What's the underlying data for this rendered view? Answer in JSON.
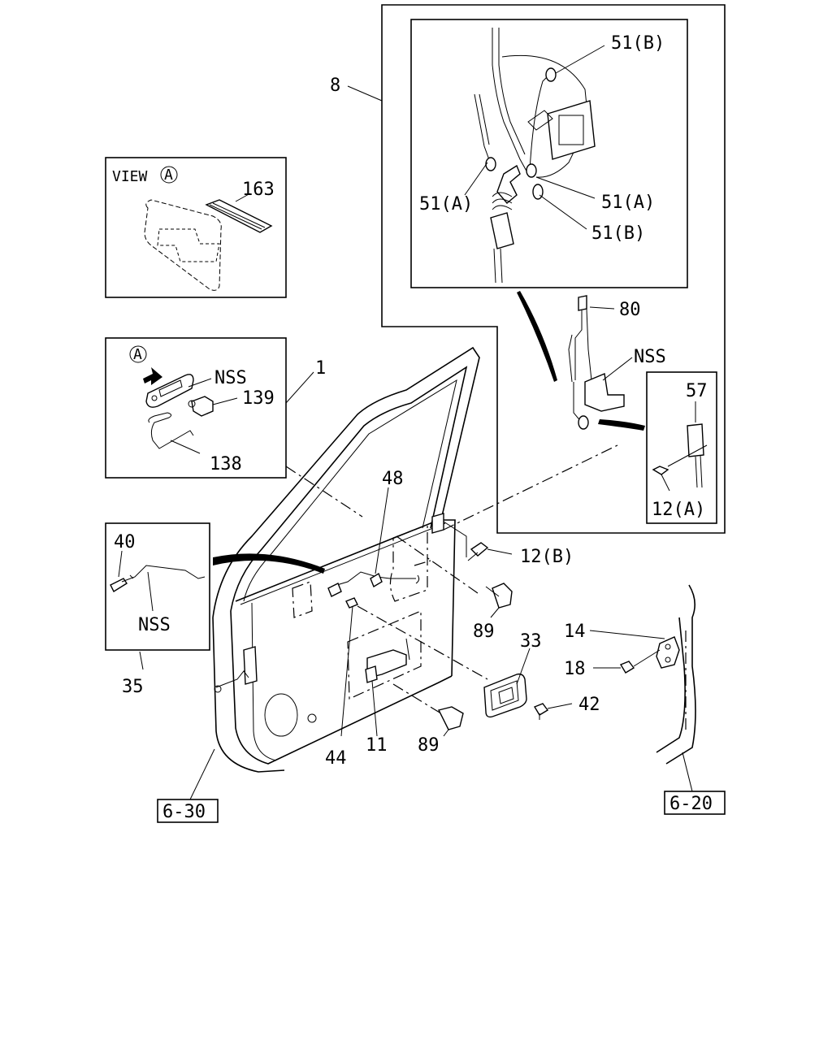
{
  "labels": {
    "p1": "1",
    "p8": "8",
    "p11": "11",
    "p12a_right": "12(A)",
    "p12b": "12(B)",
    "p14": "14",
    "p18": "18",
    "p33": "33",
    "p35": "35",
    "p40": "40",
    "p42": "42",
    "p44": "44",
    "p48": "48",
    "p51b_top": "51(B)",
    "p51a_left": "51(A)",
    "p51a_right": "51(A)",
    "p51b_bottom": "51(B)",
    "p57": "57",
    "p80": "80",
    "p89_upper": "89",
    "p89_lower": "89",
    "p138": "138",
    "p139": "139",
    "p163": "163",
    "nss_lock": "NSS",
    "nss_handle": "NSS",
    "nss_rod": "NSS",
    "view_title": "VIEW",
    "view_marker": "A",
    "callout_marker": "A",
    "ref_left": "6-30",
    "ref_right": "6-20"
  }
}
